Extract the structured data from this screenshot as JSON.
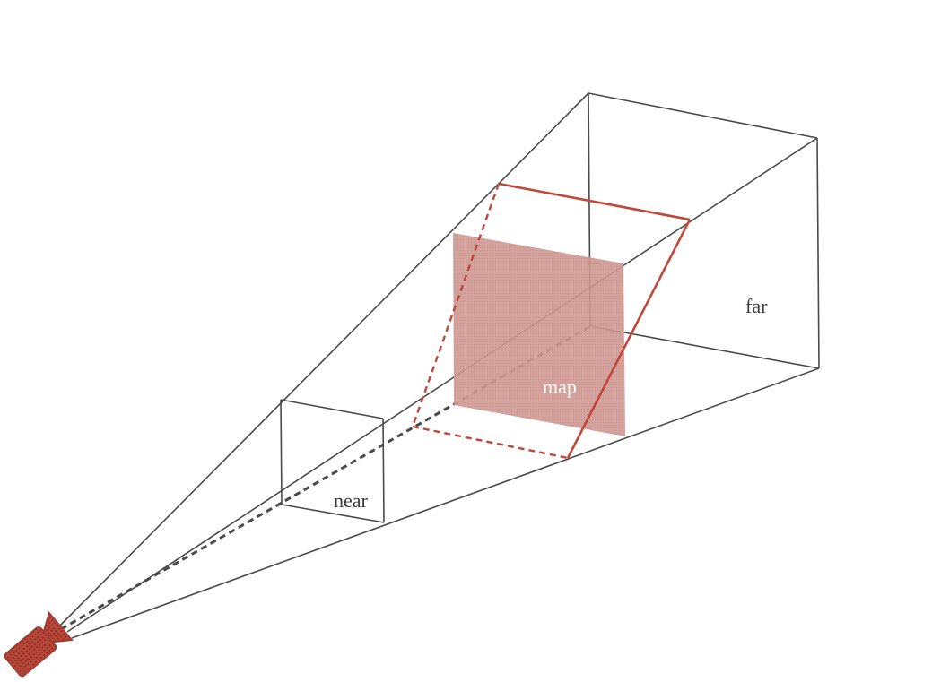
{
  "labels": {
    "near": "near",
    "far": "far",
    "map": "map"
  },
  "colors": {
    "frustum_line": "#4a4a4a",
    "map_outline": "#c0473a",
    "map_fill": "#cf9a93",
    "camera": "#b9473a",
    "background": "#ffffff"
  },
  "icons": {
    "camera": "camera-icon"
  }
}
